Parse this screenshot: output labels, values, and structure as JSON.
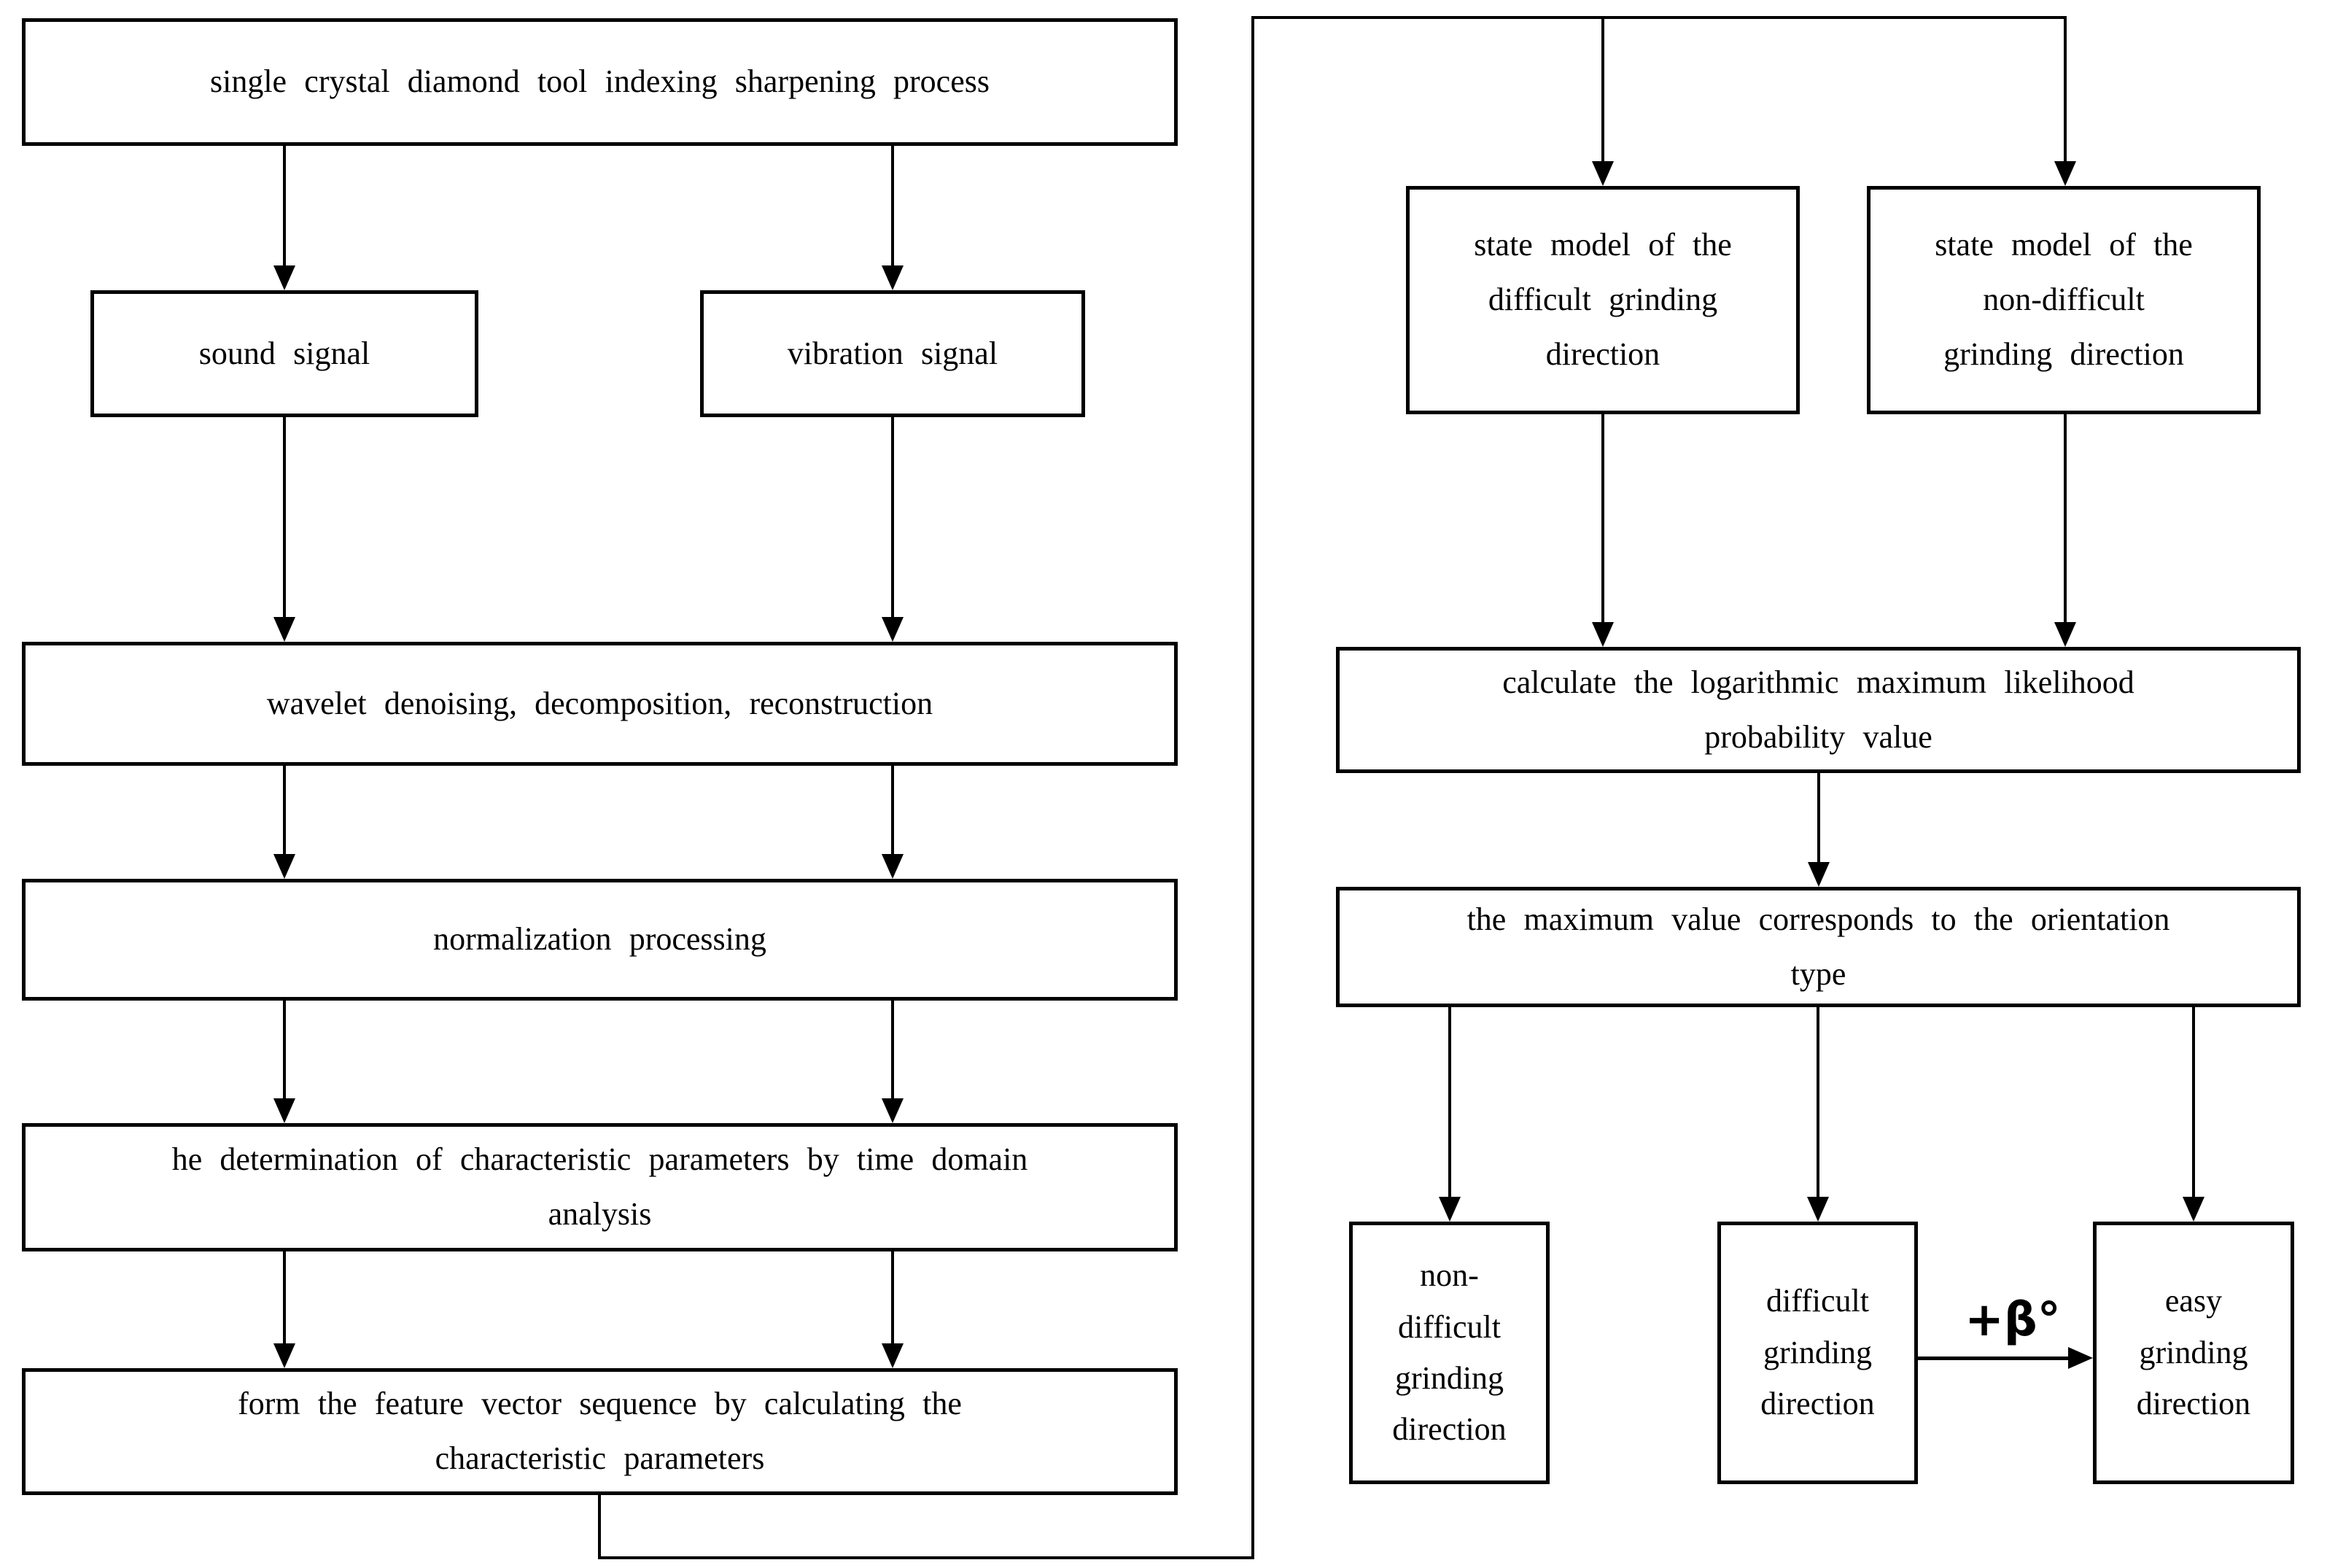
{
  "figure": {
    "background": "#ffffff",
    "line_color": "#000000",
    "box_fill": "#ffffff",
    "nodes": {
      "process": "single crystal diamond tool indexing sharpening process",
      "sound": "sound signal",
      "vibration": "vibration signal",
      "wavelet": "wavelet denoising, decomposition, reconstruction",
      "normalization": "normalization processing",
      "time_domain": "he determination of characteristic parameters by time domain\nanalysis",
      "feature_vector": "form the feature vector sequence by calculating the\ncharacteristic parameters",
      "state_difficult": "state model of the\ndifficult grinding\ndirection",
      "state_non_difficult": "state model of the\nnon-difficult\ngrinding direction",
      "likelihood": "calculate the logarithmic maximum likelihood\nprobability value",
      "max_value": "the maximum value corresponds to the orientation\ntype",
      "non_difficult": "non-\ndifficult\ngrinding\ndirection",
      "difficult": "difficult\ngrinding\ndirection",
      "easy": "easy\ngrinding\ndirection",
      "beta_label": "+β°"
    }
  }
}
